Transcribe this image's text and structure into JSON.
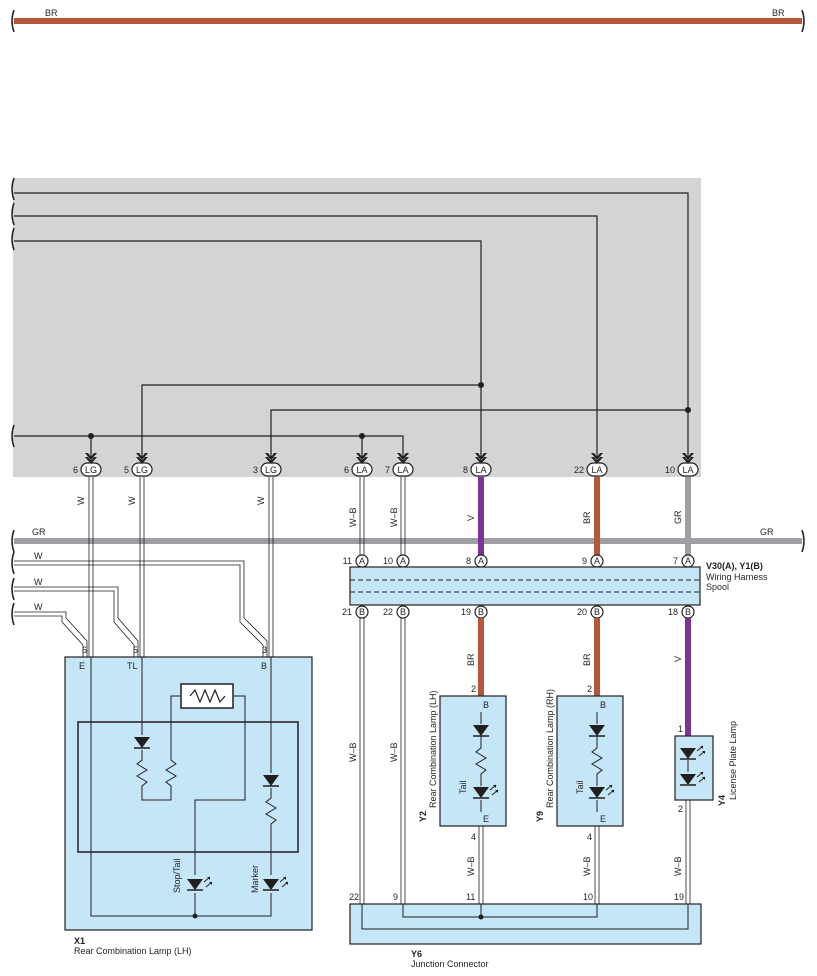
{
  "colors": {
    "brown": "#b5573a",
    "purple": "#7b3494",
    "gray": "#9d9fa2",
    "shade": "#d3d4d6",
    "component_fill": "#c5e6f7",
    "line": "#231f20"
  },
  "top_bus": {
    "left": "BR",
    "right": "BR"
  },
  "gr_bus": {
    "left": "GR",
    "right": "GR"
  },
  "connector_pins": {
    "lg6": "6",
    "lg5": "5",
    "lg3": "3",
    "la6": "6",
    "la7": "7",
    "la8": "8",
    "la22": "22",
    "la10": "10",
    "lg": "LG",
    "la": "LA"
  },
  "vertical_wires": {
    "w1": "W",
    "w2": "W",
    "w3": "W",
    "wb1": "W–B",
    "wb2": "W–B",
    "v1": "V",
    "br1": "BR",
    "gr1": "GR"
  },
  "left_wires": {
    "w_top": "W",
    "w_mid": "W",
    "w_bot": "W"
  },
  "spool": {
    "label": "V30(A), Y1(B)",
    "sub1": "Wiring Harness",
    "sub2": "Spool",
    "a_letter": "A",
    "b_letter": "B",
    "a_pins": [
      "11",
      "10",
      "8",
      "9",
      "7"
    ],
    "b_pins": [
      "21",
      "22",
      "19",
      "20",
      "18"
    ]
  },
  "lower_wires": {
    "wb3": "W–B",
    "wb4": "W–B",
    "br2": "BR",
    "br3": "BR",
    "v2": "V",
    "wb5": "W–B",
    "wb6": "W–B",
    "wb7": "W–B"
  },
  "x1": {
    "id": "X1",
    "name": "Rear Combination Lamp (LH)",
    "pin_6": "6",
    "pin_5": "5",
    "pin_3": "3",
    "term_e": "E",
    "term_tl": "TL",
    "term_b": "B",
    "stop_tail": "Stop/Tail",
    "marker": "Marker"
  },
  "y2": {
    "id": "Y2",
    "name": "Rear Combination Lamp (LH)",
    "pin_top": "2",
    "pin_bottom": "4",
    "term_b": "B",
    "term_e": "E",
    "tail": "Tail"
  },
  "y9": {
    "id": "Y9",
    "name": "Rear Combination Lamp (RH)",
    "pin_top": "2",
    "pin_bottom": "4",
    "term_b": "B",
    "term_e": "E",
    "tail": "Tail"
  },
  "y4": {
    "id": "Y4",
    "name": "License Plate Lamp",
    "pin_top": "1",
    "pin_bottom": "2"
  },
  "y6": {
    "id": "Y6",
    "name": "Junction Connector",
    "pins": [
      "22",
      "9",
      "11",
      "10",
      "19"
    ]
  }
}
